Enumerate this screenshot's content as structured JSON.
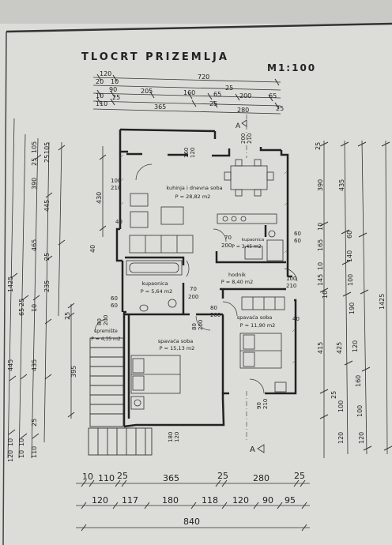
{
  "title": "TLOCRT PRIZEMLJA",
  "scale": "M1:100",
  "rooms": {
    "kitchen": {
      "name": "kuhinja i dnevna soba",
      "area": "P = 28,82 m2"
    },
    "bath_upper": {
      "name": "kupaonica",
      "area": "P = 3,45 m2"
    },
    "hall": {
      "name": "hodnik",
      "area": "P = 8,40 m2"
    },
    "bath_lower": {
      "name": "kupaonica",
      "area": "P = 5,64 m2"
    },
    "bedroom_right": {
      "name": "spavaća soba",
      "area": "P = 11,90 m2"
    },
    "bedroom_left": {
      "name": "spavaća soba",
      "area": "P = 15,13 m2"
    },
    "storage": {
      "name": "spremište",
      "area": "P = 4,35 m2"
    }
  },
  "section_marks": {
    "top": "A",
    "bottom": "A"
  },
  "door_labels": {
    "kitchen_door": [
      "100",
      "210"
    ],
    "top_window": [
      "160",
      "120"
    ],
    "top_right_window": [
      "200",
      "210"
    ],
    "bath_upper_door": [
      "70",
      "200"
    ],
    "bath_upper_window": [
      "60",
      "60"
    ],
    "hall_door": [
      "100",
      "210"
    ],
    "bath_lower_door": [
      "70",
      "200"
    ],
    "bath_lower_window": [
      "60",
      "60"
    ],
    "storage_door": [
      "80",
      "200"
    ],
    "bedroom_left_door": [
      "80",
      "200"
    ],
    "bedroom_right_door": [
      "80",
      "200"
    ],
    "right_window": [
      "40"
    ],
    "bottom_window_right": [
      "90",
      "210"
    ],
    "bottom_door_left": [
      "180",
      "120"
    ],
    "kitchen_side": [
      "40"
    ],
    "hall_side": [
      "40"
    ]
  },
  "dims_top": {
    "row1": [
      "120",
      "720"
    ],
    "row2": [
      "20",
      "10",
      "25"
    ],
    "row3": [
      "90",
      "205",
      "160",
      "65",
      "200",
      "65"
    ],
    "row4": [
      "10",
      "25",
      "25"
    ],
    "row5": [
      "110",
      "365",
      "280"
    ],
    "row6": [
      "25",
      "25"
    ]
  },
  "dims_bottom": {
    "row1": [
      "10",
      "110",
      "25",
      "365",
      "25",
      "280",
      "25"
    ],
    "row2": [
      "120",
      "117",
      "180",
      "118",
      "120",
      "90",
      "95"
    ],
    "total": "840"
  },
  "dims_left": {
    "outer": [
      "1425",
      "25",
      "445",
      "10",
      "10",
      "25",
      "120"
    ],
    "middle": [
      "105",
      "25",
      "465",
      "65",
      "435",
      "10"
    ],
    "inner": [
      "445",
      "25",
      "235",
      "25",
      "395",
      "110",
      "10"
    ],
    "small": [
      "105",
      "25",
      "390",
      "40",
      "40"
    ],
    "near_kitchen": [
      "430",
      "40",
      "25"
    ]
  },
  "dims_right": {
    "col1": [
      "25",
      "390",
      "10",
      "165",
      "10",
      "145",
      "10",
      "415",
      "25",
      "100",
      "120"
    ],
    "col2": [
      "435",
      "60",
      "140",
      "100",
      "190",
      "425",
      "120",
      "160",
      "100",
      "120"
    ],
    "col3": [
      "1425"
    ]
  }
}
